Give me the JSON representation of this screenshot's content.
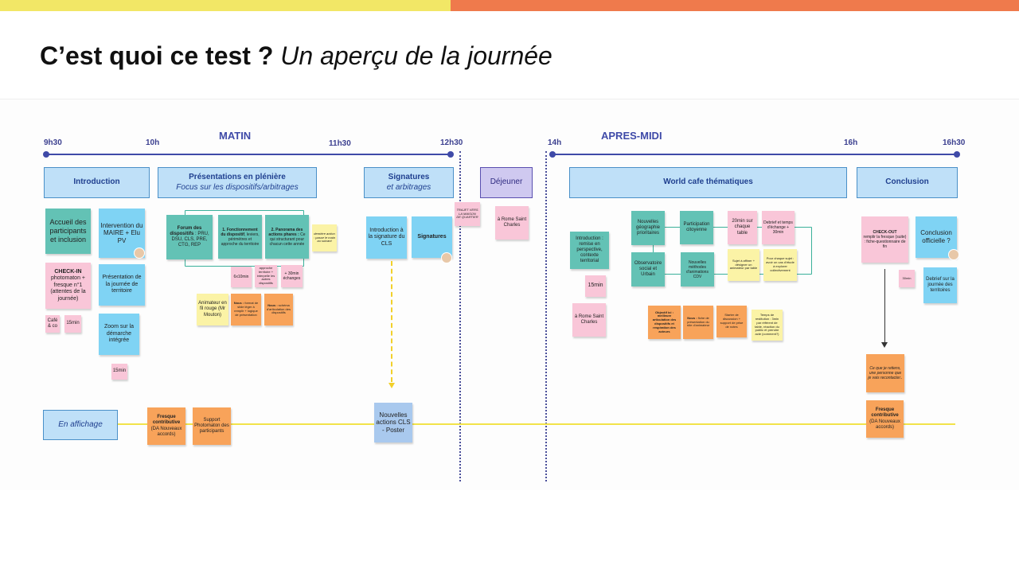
{
  "slide": {
    "title_bold": "C’est quoi ce test ?",
    "title_italic": "Un aperçu de la journée"
  },
  "timeline": {
    "morning_label": "MATIN",
    "afternoon_label": "APRES-MIDI",
    "times": [
      "9h30",
      "10h",
      "11h30",
      "12h30",
      "14h",
      "16h",
      "16h30"
    ]
  },
  "headers": {
    "introduction": "Introduction",
    "presentations_title": "Présentations en plénière",
    "presentations_sub": "Focus sur les dispositifs/arbitrages",
    "signatures_title": "Signatures",
    "signatures_sub": "et arbitrages",
    "dejeuner": "Déjeuner",
    "world_cafe": "World cafe thématiques",
    "conclusion": "Conclusion"
  },
  "notes": {
    "accueil": "Accueil des participants et inclusion",
    "intervention": "Intervention du MAIRE + Elu PV",
    "checkin_bold": "CHECK-IN",
    "checkin_rest": "photomaton + fresque n°1 (attentes de la journée)",
    "presentation_journee": "Présentation de la journée de territoire",
    "cafe": "Café & co",
    "min15_a": "15min",
    "zoom": "Zoom sur la démarche intégrée",
    "min15_b": "15min",
    "forum_bold": "Forum des dispositifs",
    "forum_rest": " : PRU, DSU, CLS, PRE, CTG, REP",
    "fonctionnement_bold": "1. Fonctionnement du dispositif",
    "fonctionnement_rest": ", leviers, périmètres et approche du territoire",
    "panorama_bold": "2. Panorama des actions phares :",
    "panorama_rest": " Ce qui structurant pour chacun cette année",
    "derniere_action": "dernière action : passe le main au suivant",
    "x6x10": "6x10min",
    "approche": "approche territoire + interpelle les autres dispositifs",
    "plus30": "+ 30min échanges",
    "animateur": "Animateur en fil rouge (Mr Mouton)",
    "nous_format_bold": "Nous :",
    "nous_format_rest": " format de slide léger à remplir + logique de présentation",
    "nous_schema_bold": "Nous :",
    "nous_schema_rest": " schéma d'articulation des dispositifs",
    "intro_cls": "Introduction à la signature du CLS",
    "signatures": "Signatures",
    "trajet": "TRAJET VERS LA MAISON DE QUARTIER",
    "rome_a": "à Rome Saint Charles",
    "introduction_pm": "Introduction : remise en perspective, contexte territorial",
    "min15_c": "15min",
    "rome_b": "à Rome Saint Charles",
    "geographie": "Nouvelles géographie prioritaires",
    "participation": "Participation citoyenne",
    "min20": "20min sur chaque table",
    "debrief_temps": "Debrief et temps d'échange + 30min",
    "observatoire": "Observatoire social et Urbain",
    "methodes": "Nouvelles méthodes d'animations CDV",
    "sujet_affiner": "Sujet à affiner + désigner un animateur par table",
    "pour_chaque": "Pour chaque sujet : avoir un cas d'étude à explorer collectivement",
    "objectif_bold": "Objectif ici : meilleure articulation des dispositifs et respiration des acteurs",
    "nous_fiche_bold": "Nous :",
    "nous_fiche_rest": " fiche de présentation du rôle d'animateur",
    "starter": "Starter de discussion + support de prise de notes",
    "temps_restitution": "Temps de restitution : 3min par référent de table, réaction du public et prendre acte (comment?)",
    "checkout_bold": "CHECK-OUT",
    "checkout_rest": "remplir la fresque (suite) : fiche-questionnaire de fin",
    "conclusion_officielle": "Conclusion officielle ?",
    "min30": "30min",
    "debrief_journee": "Debrief sur la journée des territoires",
    "ce_que_je_retiens": "Ce que je retiens, une personne que je vais recontacter..",
    "en_affichage": "En affichage",
    "fresque_contrib_bold": "Fresque contributive",
    "fresque_contrib_rest": "(DA Nouveaux accords)",
    "support_photomaton": "Support Photomaton des participants",
    "nouvelles_actions": "Nouvelles actions CLS - Poster",
    "fresque_contrib2_bold": "Fresque contributive",
    "fresque_contrib2_rest": "(DA Nouveaux accords)"
  },
  "colors": {
    "accent_yellow": "#f2e766",
    "accent_orange": "#ef7a4c",
    "timeline_blue": "#3f4aa8",
    "sticky_teal": "#63c2b5",
    "sticky_cyan": "#7fd3f4",
    "sticky_pink": "#f9c6d8",
    "sticky_yellow": "#fbf3a6",
    "sticky_orange": "#f8a35a"
  }
}
